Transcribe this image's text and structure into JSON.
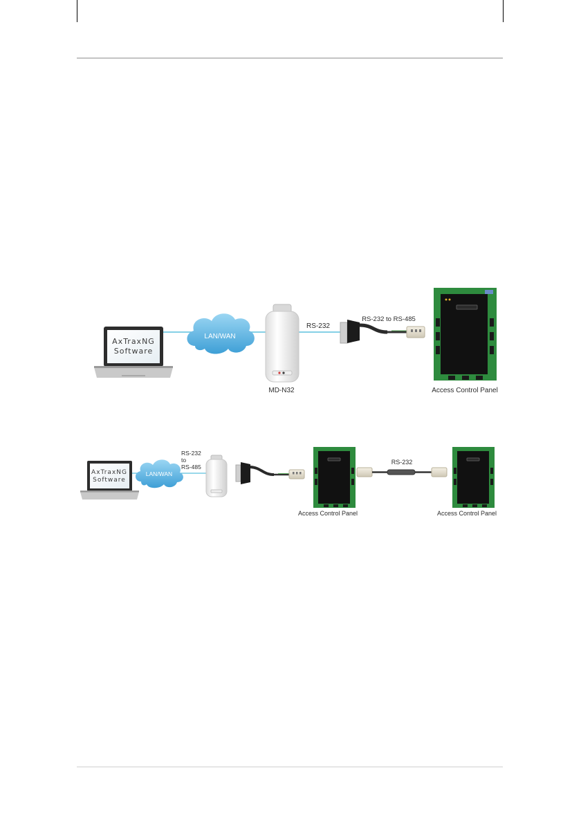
{
  "diagram1": {
    "laptop_line1": "AxTraxNG",
    "laptop_line2": "Software",
    "cloud_label": "LAN/WAN",
    "converter_label": "MD-N32",
    "link_label": "RS-232",
    "adapter_label": "RS-232 to RS-485",
    "panel_label": "Access Control Panel"
  },
  "diagram2": {
    "laptop_line1": "AxTraxNG",
    "laptop_line2": "Software",
    "cloud_label": "LAN/WAN",
    "converter_line1": "RS-232",
    "converter_line2": "to",
    "converter_line3": "RS-485",
    "panel1_label": "Access Control Panel",
    "link_label": "RS-232",
    "panel2_label": "Access Control Panel"
  },
  "colors": {
    "link_line": "#5bc0de",
    "cloud": "#5fb6e0",
    "panel_green": "#2e8b3e",
    "panel_black": "#111111"
  }
}
